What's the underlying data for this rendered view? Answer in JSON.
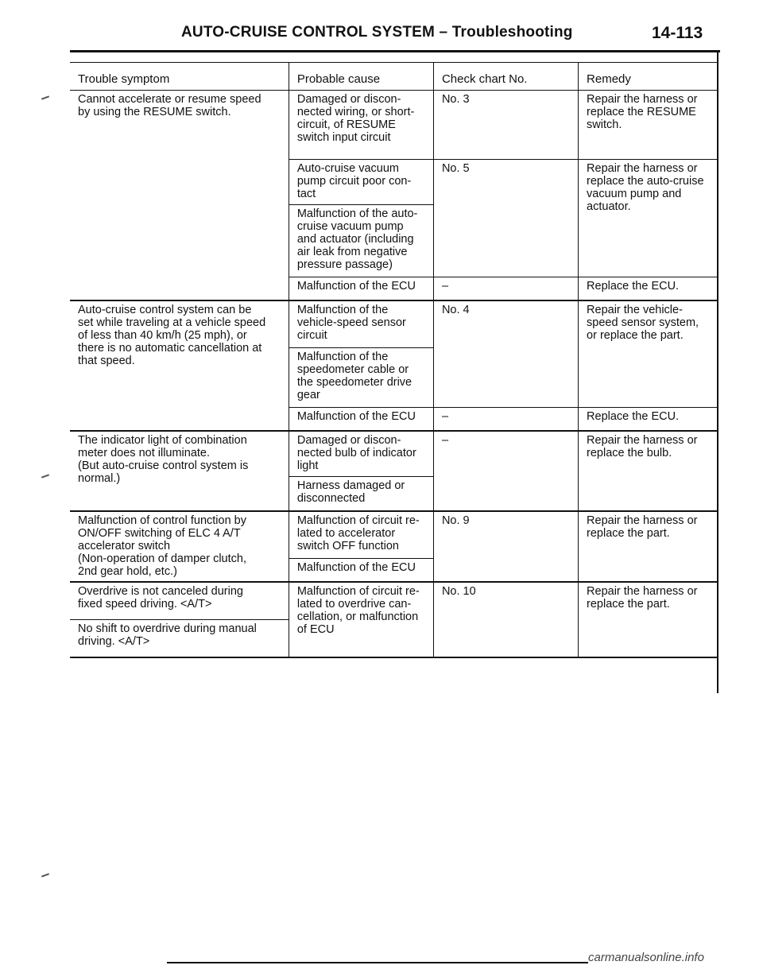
{
  "header": {
    "title": "AUTO-CRUISE CONTROL SYSTEM – Troubleshooting",
    "page_number": "14-113"
  },
  "table": {
    "columns": [
      "Trouble symptom",
      "Probable cause",
      "Check chart No.",
      "Remedy"
    ],
    "groups": [
      {
        "symptom": "Cannot accelerate or resume speed\nby using the RESUME switch.",
        "rows": [
          {
            "cause": "Damaged or discon-\nnected wiring, or short-\ncircuit, of RESUME\nswitch input circuit",
            "check": "No. 3",
            "remedy": "Repair the harness or\nreplace the RESUME\nswitch."
          },
          {
            "cause": "Auto-cruise vacuum\npump circuit poor con-\ntact",
            "check": "No. 5",
            "remedy": "Repair the harness or\nreplace the auto-cruise\nvacuum pump and\nactuator."
          },
          {
            "cause": "Malfunction of the auto-\ncruise vacuum pump\nand actuator (including\nair leak from negative\npressure passage)"
          },
          {
            "cause": "Malfunction of the ECU",
            "check": "–",
            "remedy": "Replace the ECU."
          }
        ]
      },
      {
        "symptom": "Auto-cruise control system can be\nset while traveling at a vehicle speed\nof less than 40 km/h (25 mph), or\nthere is no automatic cancellation at\nthat speed.",
        "rows": [
          {
            "cause": "Malfunction of the\nvehicle-speed sensor\ncircuit",
            "check": "No. 4",
            "remedy": "Repair the vehicle-\nspeed sensor system,\nor replace the part."
          },
          {
            "cause": "Malfunction of the\nspeedometer cable or\nthe speedometer drive\ngear"
          },
          {
            "cause": "Malfunction of the ECU",
            "check": "–",
            "remedy": "Replace the ECU."
          }
        ]
      },
      {
        "symptom": "The indicator light of combination\nmeter does not illuminate.\n(But auto-cruise control system is\nnormal.)",
        "rows": [
          {
            "cause": "Damaged or discon-\nnected bulb of indicator\nlight",
            "check": "–",
            "remedy": "Repair the harness or\nreplace the bulb."
          },
          {
            "cause": "Harness damaged or\ndisconnected"
          }
        ]
      },
      {
        "symptom": "Malfunction of control function by\nON/OFF switching of ELC 4 A/T\naccelerator switch\n(Non-operation of damper clutch,\n2nd gear hold, etc.)",
        "rows": [
          {
            "cause": "Malfunction of circuit re-\nlated to accelerator\nswitch OFF function",
            "check": "No. 9",
            "remedy": "Repair the harness or\nreplace the part."
          },
          {
            "cause": "Malfunction of the ECU"
          }
        ]
      },
      {
        "symptoms": [
          "Overdrive is not canceled during\nfixed speed driving. <A/T>",
          "No shift to overdrive during manual\ndriving. <A/T>"
        ],
        "cause": "Malfunction of circuit re-\nlated to overdrive can-\ncellation, or malfunction\nof ECU",
        "check": "No. 10",
        "remedy": "Repair the harness or\nreplace the part."
      }
    ]
  },
  "footer": {
    "watermark": "carmanualsonline.info"
  }
}
